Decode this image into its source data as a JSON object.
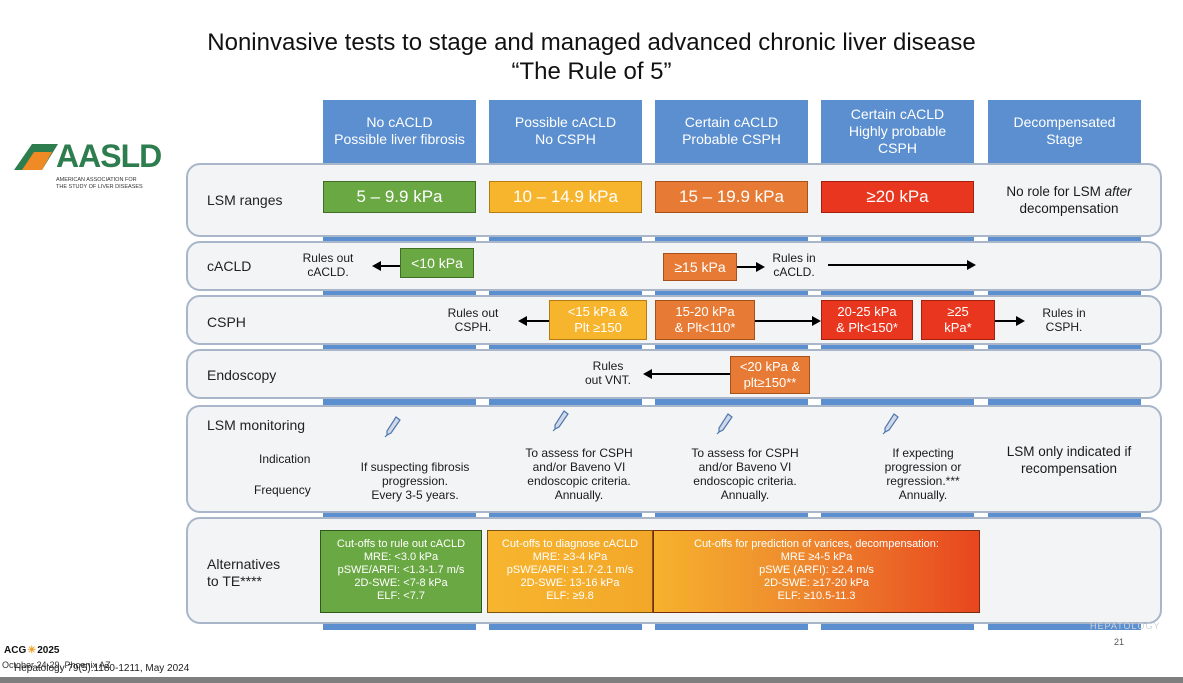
{
  "title": {
    "line1": "Noninvasive tests to stage and managed advanced chronic liver disease",
    "line2": "“The Rule of 5”"
  },
  "logo": {
    "name": "AASLD",
    "subtitle_line1": "AMERICAN ASSOCIATION FOR",
    "subtitle_line2": "THE STUDY OF LIVER DISEASES"
  },
  "columns": [
    {
      "line1": "No cACLD",
      "line2": "Possible liver fibrosis",
      "line3": ""
    },
    {
      "line1": "Possible cACLD",
      "line2": "No CSPH",
      "line3": ""
    },
    {
      "line1": "Certain cACLD",
      "line2": "Probable CSPH",
      "line3": ""
    },
    {
      "line1": "Certain cACLD",
      "line2": "Highly probable",
      "line3": "CSPH"
    },
    {
      "line1": "Decompensated",
      "line2": "Stage",
      "line3": ""
    }
  ],
  "rows": {
    "lsm_ranges": {
      "label": "LSM ranges",
      "values": [
        "5 – 9.9 kPa",
        "10 – 14.9 kPa",
        "15 – 19.9 kPa",
        "≥20 kPa"
      ],
      "decomp_note_line1_a": "No role for LSM ",
      "decomp_note_line1_b": "after",
      "decomp_note_line2": "decompensation"
    },
    "cacld": {
      "label": "cACLD",
      "rules_out_line1": "Rules out",
      "rules_out_line2": "cACLD.",
      "rule_out_box": "<10 kPa",
      "rule_in_box": "≥15 kPa",
      "rules_in_line1": "Rules in",
      "rules_in_line2": "cACLD."
    },
    "csph": {
      "label": "CSPH",
      "rules_out_line1": "Rules out",
      "rules_out_line2": "CSPH.",
      "box1_line1": "<15 kPa &",
      "box1_line2": "Plt ≥150",
      "box2_line1": "15-20 kPa",
      "box2_line2": "& Plt<110*",
      "box3_line1": "20-25 kPa",
      "box3_line2": "& Plt<150*",
      "box4_line1": "≥25",
      "box4_line2": "kPa*",
      "rules_in_line1": "Rules in",
      "rules_in_line2": "CSPH."
    },
    "endoscopy": {
      "label": "Endoscopy",
      "rules_out_line1": "Rules",
      "rules_out_line2": "out VNT.",
      "box_line1": "<20 kPa &",
      "box_line2": "plt≥150**"
    },
    "monitoring": {
      "label": "LSM monitoring",
      "indication_label": "Indication",
      "frequency_label": "Frequency",
      "col1": [
        "If suspecting fibrosis",
        "progression.",
        "Every 3-5 years."
      ],
      "col2": [
        "To assess for CSPH",
        "and/or Baveno VI",
        "endoscopic criteria.",
        "Annually."
      ],
      "col3": [
        "To assess for CSPH",
        "and/or Baveno VI",
        "endoscopic criteria.",
        "Annually."
      ],
      "col4": [
        "If expecting",
        "progression or",
        "regression.***",
        "Annually."
      ],
      "col5": [
        "LSM only indicated if",
        "recompensation"
      ]
    },
    "alternatives": {
      "label_line1": "Alternatives",
      "label_line2": "to TE****",
      "box1": [
        "Cut-offs to rule out cACLD",
        "MRE: <3.0 kPa",
        "pSWE/ARFI: <1.3-1.7 m/s",
        "2D-SWE: <7-8 kPa",
        "ELF: <7.7"
      ],
      "box2": [
        "Cut-offs to diagnose cACLD",
        "MRE: ≥3-4 kPa",
        "pSWE/ARFI: ≥1.7-2.1 m/s",
        "2D-SWE: 13-16 kPa",
        "ELF: ≥9.8"
      ],
      "box3": [
        "Cut-offs for prediction of varices, decompensation:",
        "MRE ≥4-5 kPa",
        "pSWE (ARFI): ≥2.4 m/s",
        "2D-SWE: ≥17-20 kPa",
        "ELF: ≥10.5-11.3"
      ]
    }
  },
  "footer": {
    "acg": "ACG",
    "year": "2025",
    "event": "October 24-29, Phoenix AZ",
    "citation": "Hepatology 79(5):1180-1211, May 2024",
    "watermark": "HEPATOLOGY",
    "page_number": "21"
  },
  "colors": {
    "column_blue": "#5b8fcf",
    "green": "#6aa843",
    "yellow": "#f7b52e",
    "orange": "#e77b35",
    "red": "#e8361f",
    "logo_green": "#2e7d4f",
    "logo_orange": "#f08a24"
  }
}
